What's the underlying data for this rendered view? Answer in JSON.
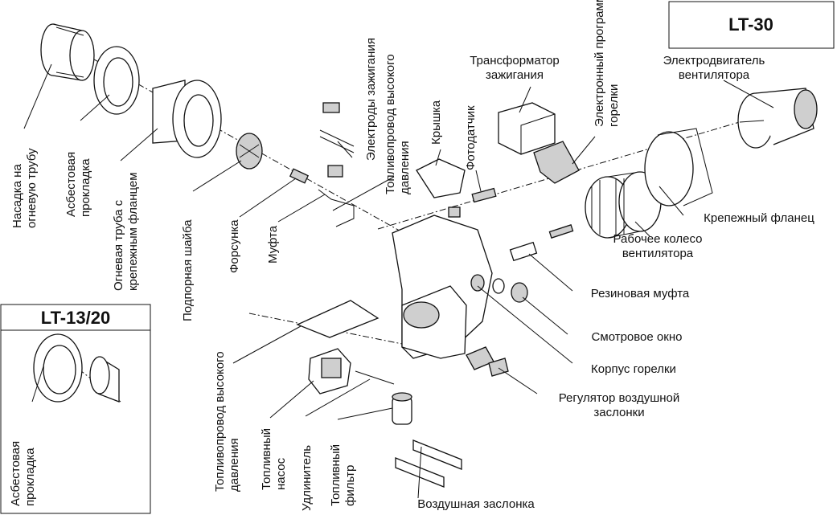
{
  "titles": {
    "main_model": "LT-30",
    "inset_model": "LT-13/20"
  },
  "labels": {
    "nozzle_cap": "Насадка на огневую трубу",
    "asbestos_gasket": "Асбестовая прокладка",
    "fire_tube_flange": "Огневая труба с крепежным фланцем",
    "retaining_disc": "Подпорная шайба",
    "nozzle": "Форсунка",
    "coupling": "Муфта",
    "ignition_electrodes": "Электроды зажигания",
    "hp_fuel_line_top": "Топливопровод высокого давления",
    "cover": "Крышка",
    "photo_sensor": "Фотодатчик",
    "ignition_transformer": "Трансформатор зажигания",
    "electronic_programmer": "Электронный программатор горелки",
    "fan_motor": "Электродвигатель вентилятора",
    "mounting_flange": "Крепежный фланец",
    "fan_impeller": "Рабочее колесо вентилятора",
    "rubber_coupling": "Резиновая муфта",
    "sight_glass": "Смотровое окно",
    "burner_housing": "Корпус горелки",
    "air_damper_regulator": "Регулятор воздушной заслонки",
    "air_damper": "Воздушная заслонка",
    "hp_fuel_line_bottom": "Топливопровод высокого давления",
    "fuel_pump": "Топливный насос",
    "extension": "Удлинитель",
    "fuel_filter": "Топливный фильтр",
    "inset_asbestos_gasket": "Асбестовая прокладка"
  }
}
